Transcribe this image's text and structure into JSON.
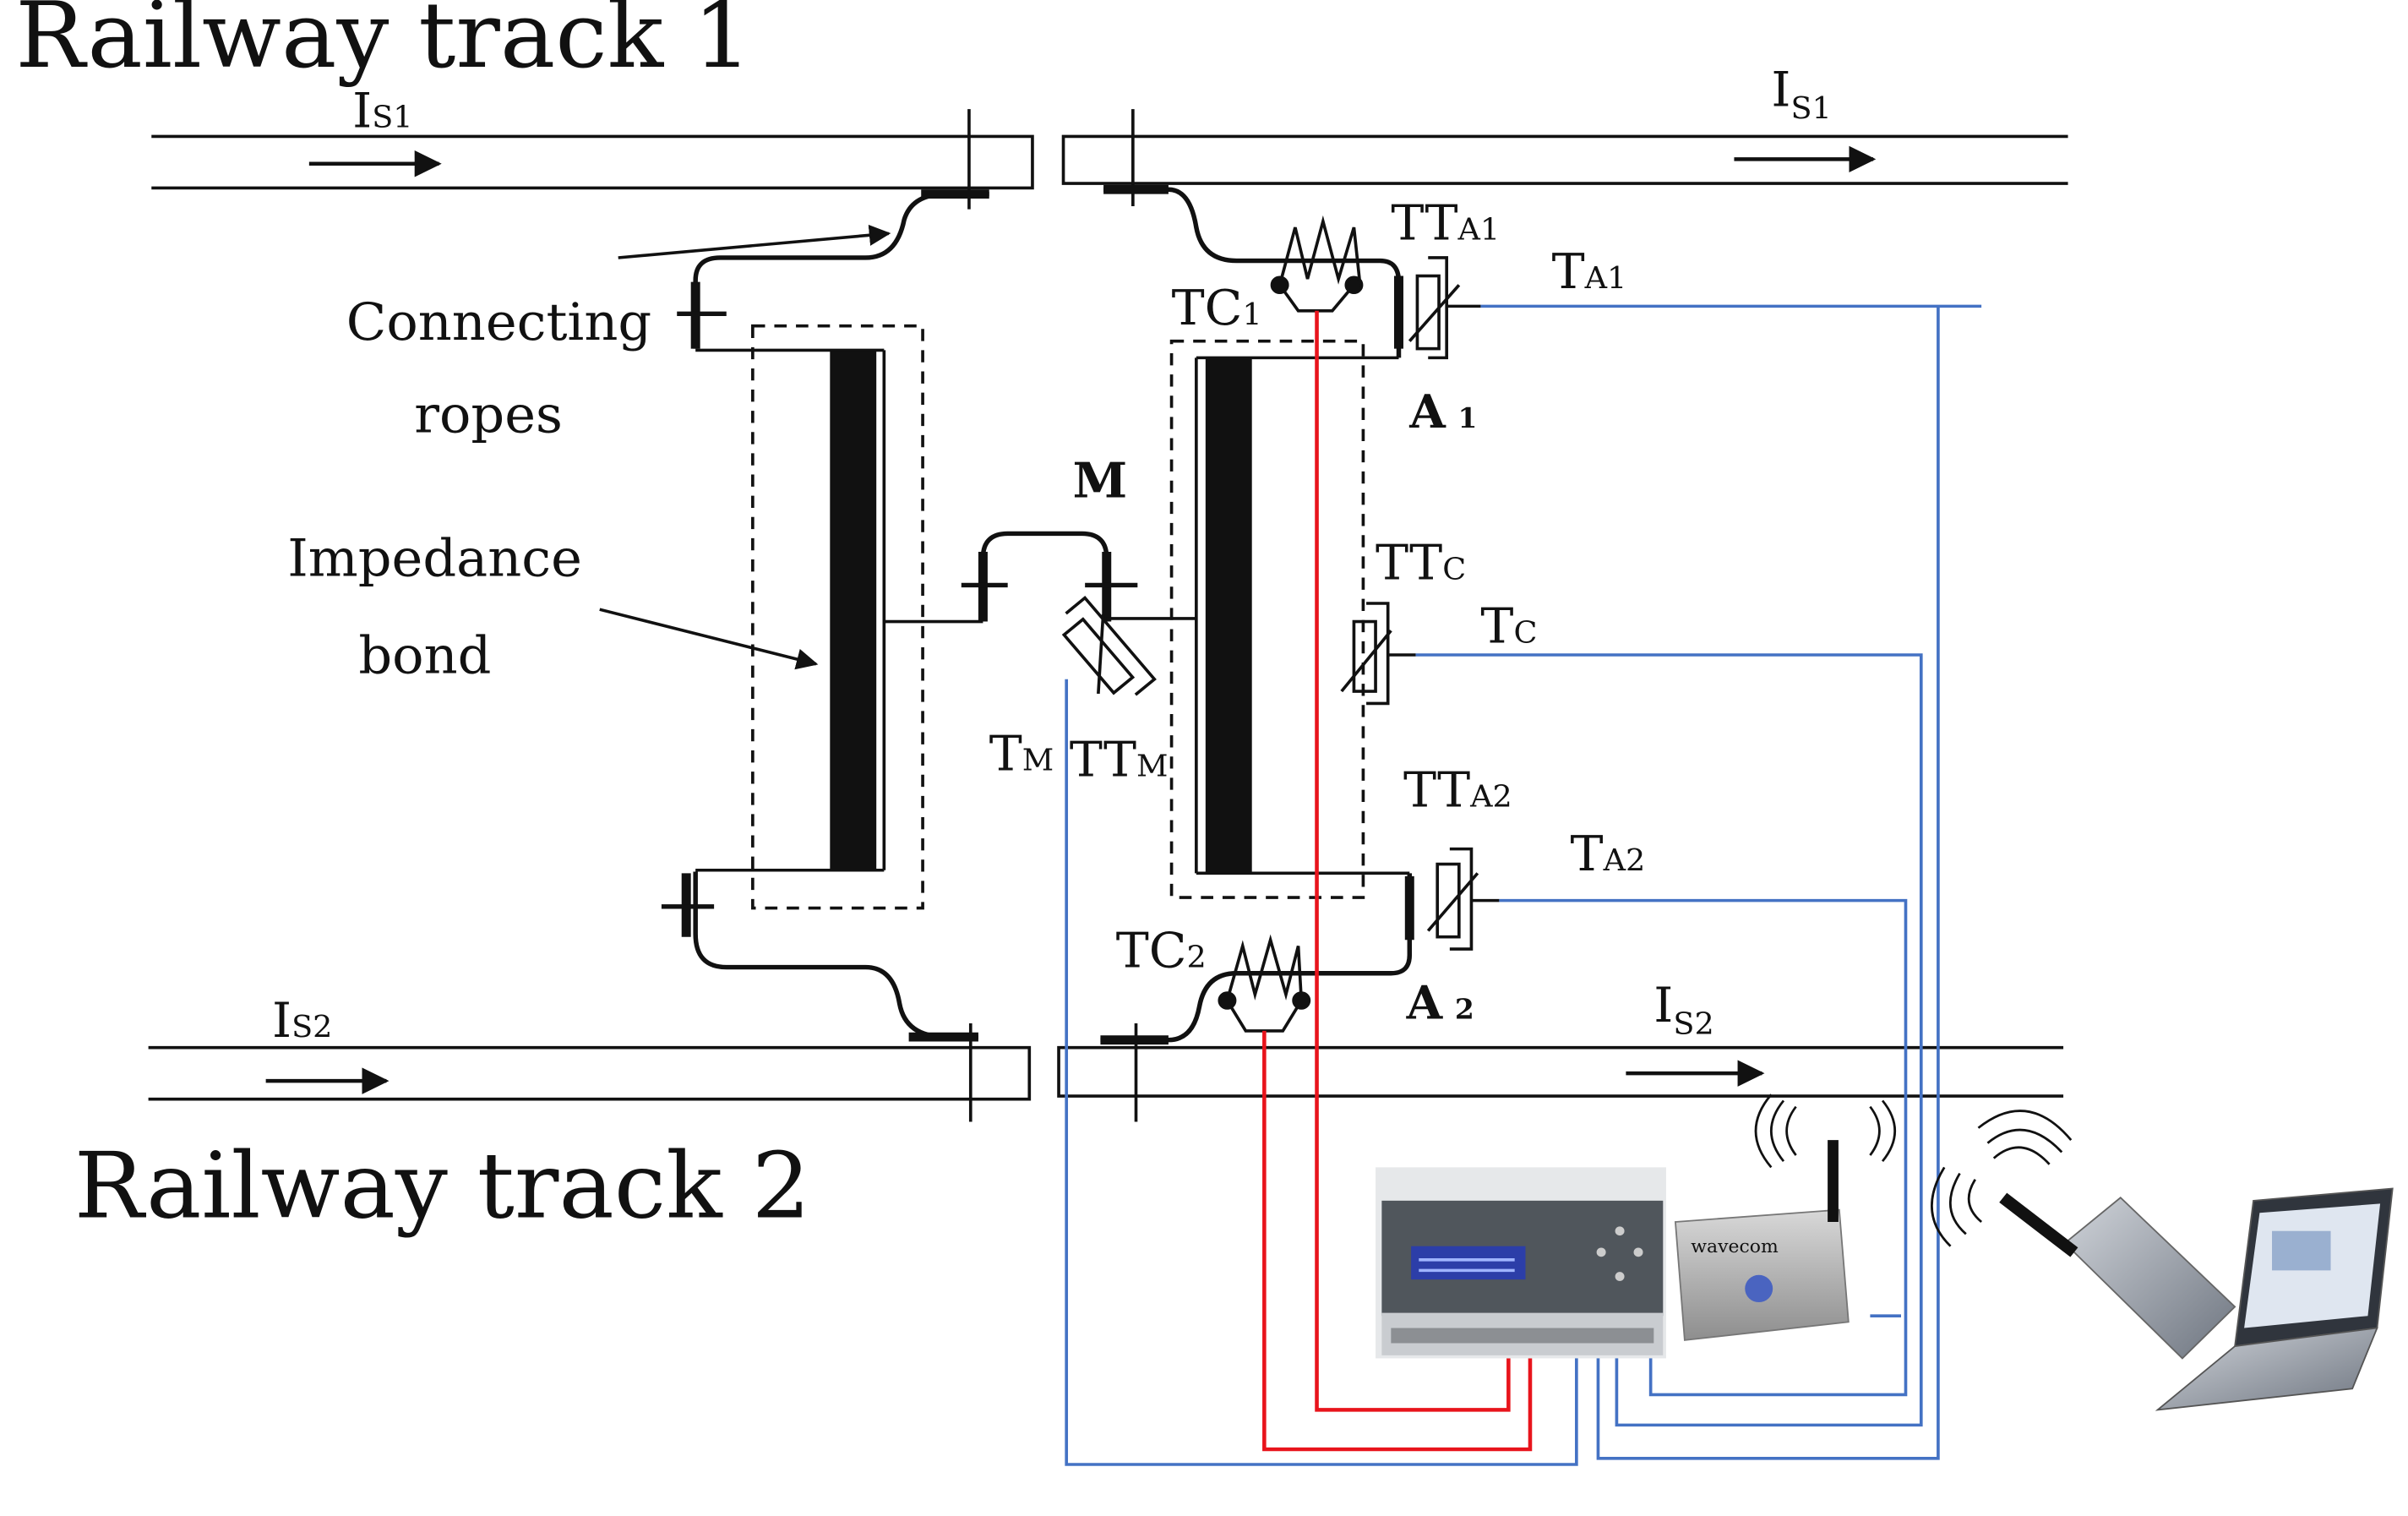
{
  "tracks": {
    "track1": "Railway track 1",
    "track2": "Railway track 2"
  },
  "currents": {
    "is1_left": {
      "main": "I",
      "sub": "S1"
    },
    "is1_right": {
      "main": "I",
      "sub": "S1"
    },
    "is2_left": {
      "main": "I",
      "sub": "S2"
    },
    "is2_right": {
      "main": "I",
      "sub": "S2"
    }
  },
  "labels": {
    "connecting_1": "Connecting",
    "connecting_2": "ropes",
    "impedance_1": "Impedance",
    "impedance_2": "bond",
    "midpoint": "M",
    "a1": {
      "main": "A",
      "sub": "1"
    },
    "a2": {
      "main": "A",
      "sub": "2"
    }
  },
  "sensors": {
    "tc1": {
      "main": "TC",
      "sub": "1"
    },
    "tc2": {
      "main": "TC",
      "sub": "2"
    },
    "tta1": {
      "main": "TT",
      "sub": "A1"
    },
    "ta1": {
      "main": "T",
      "sub": "A1"
    },
    "ttc": {
      "main": "TT",
      "sub": "C"
    },
    "tc": {
      "main": "T",
      "sub": "C"
    },
    "tta2": {
      "main": "TT",
      "sub": "A2"
    },
    "ta2": {
      "main": "T",
      "sub": "A2"
    },
    "tm": {
      "main": "T",
      "sub": "M"
    },
    "ttm": {
      "main": "TT",
      "sub": "M"
    }
  },
  "device": {
    "brand": "wavecom"
  },
  "colors": {
    "signal_wire": "#4472c4",
    "thermocouple_wire": "#e8141c",
    "ink": "#111111"
  }
}
